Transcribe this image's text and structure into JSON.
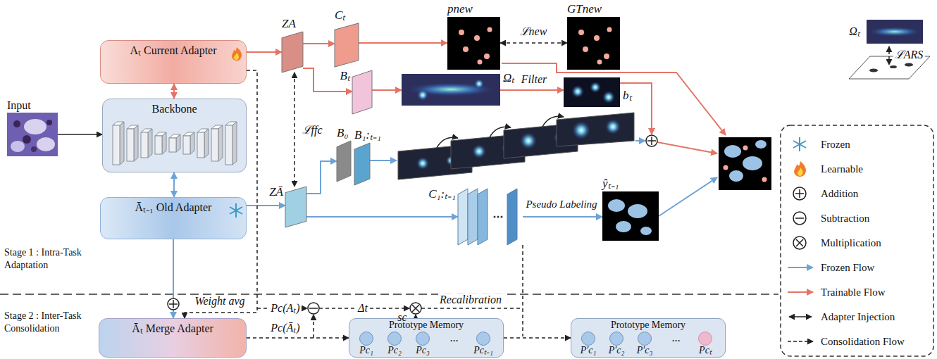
{
  "diagram": {
    "nodes": [
      {
        "text": [
          "Input"
        ]
      },
      {
        "text": [
          "Aₜ Current Adapter"
        ]
      },
      {
        "text": [
          "Backbone"
        ]
      },
      {
        "text": [
          "Āₜ₋₁ Old Adapter"
        ]
      },
      {
        "text": [
          "ZA"
        ]
      },
      {
        "text": [
          "ZĀ"
        ]
      },
      {
        "text": [
          "Cₜ"
        ]
      },
      {
        "text": [
          "Bₜ"
        ]
      },
      {
        "text": [
          "pnew"
        ]
      },
      {
        "text": [
          "GTnew"
        ]
      },
      {
        "text": [
          "Ωₜ"
        ]
      },
      {
        "text": [
          "bₜ"
        ]
      },
      {
        "text": [
          "B₀"
        ]
      },
      {
        "text": [
          "B₁:ₜ₋₁"
        ]
      },
      {
        "text": [
          "C₁:ₜ₋₁"
        ]
      },
      {
        "text": [
          "ŷₜ₋₁"
        ]
      },
      {
        "text": [
          "Āₜ Merge Adapter"
        ]
      },
      {
        "text": [
          "Prototype Memory"
        ]
      },
      {
        "text": [
          "Pc₁"
        ],
        "in": 17
      },
      {
        "text": [
          "Pc₂"
        ],
        "in": 17
      },
      {
        "text": [
          "Pc₃"
        ],
        "in": 17
      },
      {
        "text": [
          "Pcₜ₋₁"
        ],
        "in": 17
      },
      {
        "text": [
          "Prototype Memory"
        ]
      },
      {
        "text": [
          "P′c₁"
        ],
        "in": 22
      },
      {
        "text": [
          "P′c₂"
        ],
        "in": 22
      },
      {
        "text": [
          "P′c₃"
        ],
        "in": 22
      },
      {
        "text": [
          "Pcₜ"
        ],
        "in": 22
      }
    ],
    "edges": [
      {
        "from": 0,
        "to": 2,
        "arrow": "to"
      },
      {
        "from": 1,
        "to": 2,
        "arrow": "both"
      },
      {
        "from": 3,
        "to": 2,
        "arrow": "both"
      },
      {
        "from": 1,
        "to": 4,
        "arrow": "to"
      },
      {
        "from": 4,
        "to": 6,
        "arrow": "to"
      },
      {
        "from": 6,
        "to": 8,
        "arrow": "to"
      },
      {
        "from": 8,
        "to": 9,
        "label": "ℒnew",
        "arrow": "both"
      },
      {
        "from": 4,
        "to": 7,
        "arrow": "to"
      },
      {
        "from": 7,
        "to": 10,
        "arrow": "to"
      },
      {
        "from": 10,
        "to": 11,
        "label": "Filter",
        "arrow": "to"
      },
      {
        "from": 4,
        "to": 5,
        "label": "ℒffc",
        "arrow": "both"
      },
      {
        "from": 3,
        "to": 5,
        "arrow": "to"
      },
      {
        "from": 5,
        "to": 12,
        "arrow": "to"
      },
      {
        "from": 5,
        "to": 14,
        "arrow": "to"
      },
      {
        "from": 14,
        "to": 15,
        "label": "Pseudo Labeling",
        "arrow": "to"
      },
      {
        "from": 3,
        "to": 16,
        "arrow": "to"
      },
      {
        "from": 1,
        "to": 16,
        "arrow": "to"
      },
      {
        "from": 16,
        "to": 17,
        "label": "Pc(Āₜ)",
        "arrow": "to"
      },
      {
        "from": 17,
        "to": 22,
        "arrow": "to"
      }
    ],
    "labels": [
      "Stage 1 : Intra-Task Adaptation",
      "Stage 2 : Inter-Task Consolidation",
      "Ωₜ",
      "ℒARS",
      "Weight avg",
      "Pc(Aₜ)",
      "Δt",
      "sc",
      "Recalibration",
      "...",
      "..."
    ],
    "legend": [
      {
        "text": "Frozen"
      },
      {
        "text": "Learnable"
      },
      {
        "text": "Addition"
      },
      {
        "text": "Subtraction"
      },
      {
        "text": "Multiplication"
      },
      {
        "text": "Frozen Flow"
      },
      {
        "text": "Trainable Flow"
      },
      {
        "text": "Adapter Injection"
      },
      {
        "text": "Consolidation Flow"
      }
    ]
  }
}
